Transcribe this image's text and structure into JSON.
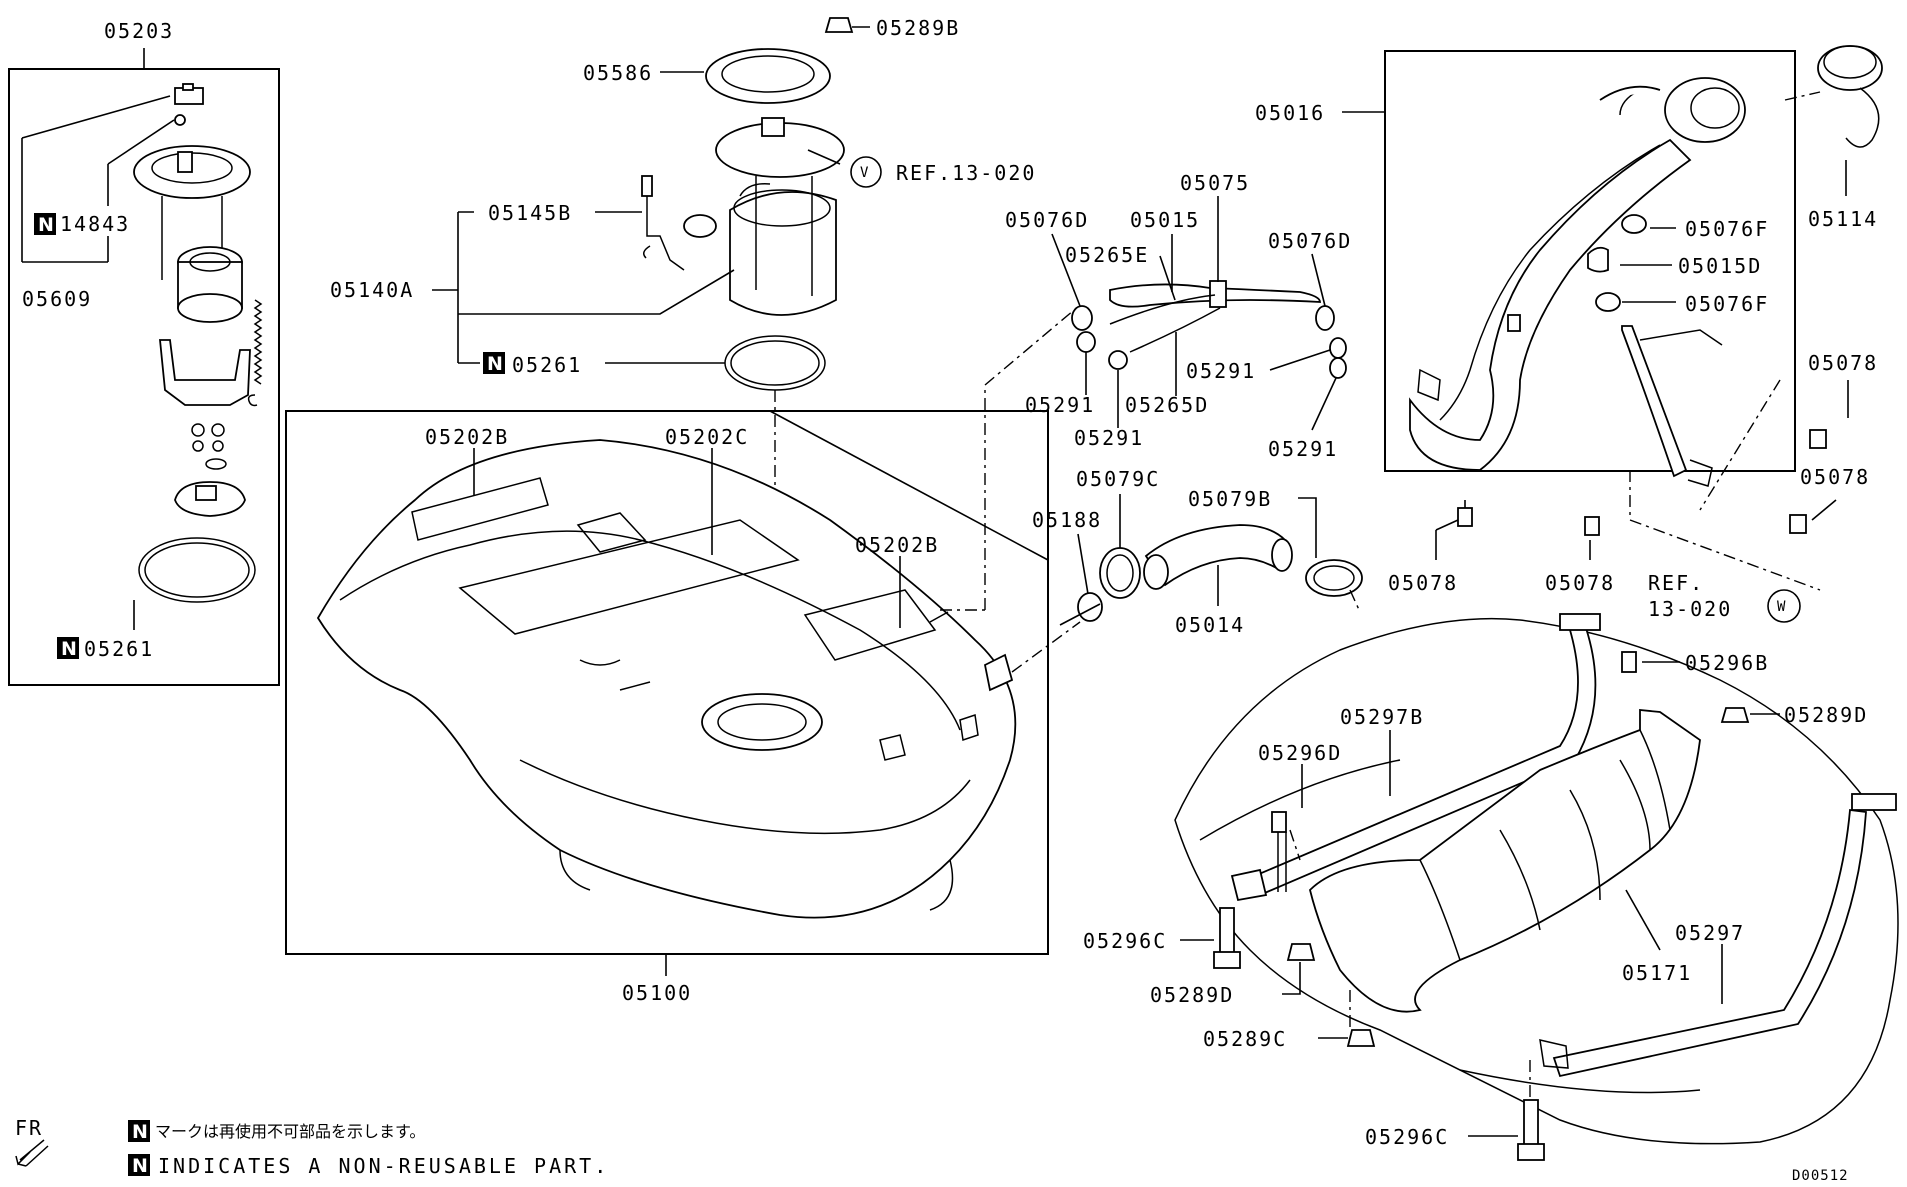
{
  "labels": {
    "l05203": "05203",
    "l14843": "14843",
    "l05609": "05609",
    "l05261a": "05261",
    "l05586": "05586",
    "l05289B": "05289B",
    "lrefV": "REF.13-020",
    "lV": "V",
    "l05145B": "05145B",
    "l05140A": "05140A",
    "l05261b": "05261",
    "l05202B1": "05202B",
    "l05202C": "05202C",
    "l05202B2": "05202B",
    "l05100": "05100",
    "l05016": "05016",
    "l05114": "05114",
    "l05075": "05075",
    "l05076D1": "05076D",
    "l05015": "05015",
    "l05076D2": "05076D",
    "l05265E": "05265E",
    "l05291a": "05291",
    "l05265D": "05265D",
    "l05291b": "05291",
    "l05291c": "05291",
    "l05291d": "05291",
    "l05076F1": "05076F",
    "l05015D": "05015D",
    "l05076F2": "05076F",
    "l05078a": "05078",
    "l05078b": "05078",
    "l05078c": "05078",
    "l05078d": "05078",
    "lrefW1": "REF.",
    "lrefW2": "13-020",
    "lW": "W",
    "l05188": "05188",
    "l05079C": "05079C",
    "l05079B": "05079B",
    "l05014": "05014",
    "l05296B": "05296B",
    "l05289D1": "05289D",
    "l05297B": "05297B",
    "l05296D": "05296D",
    "l05296C1": "05296C",
    "l05289D2": "05289D",
    "l05171": "05171",
    "l05297": "05297",
    "l05289C": "05289C",
    "l05296C2": "05296C"
  },
  "badge_letter": "N",
  "footer": {
    "fr": "FR",
    "note_jp": "マークは再使用不可部品を示します。",
    "note_en": "INDICATES A NON-REUSABLE PART.",
    "code": "D00512"
  }
}
